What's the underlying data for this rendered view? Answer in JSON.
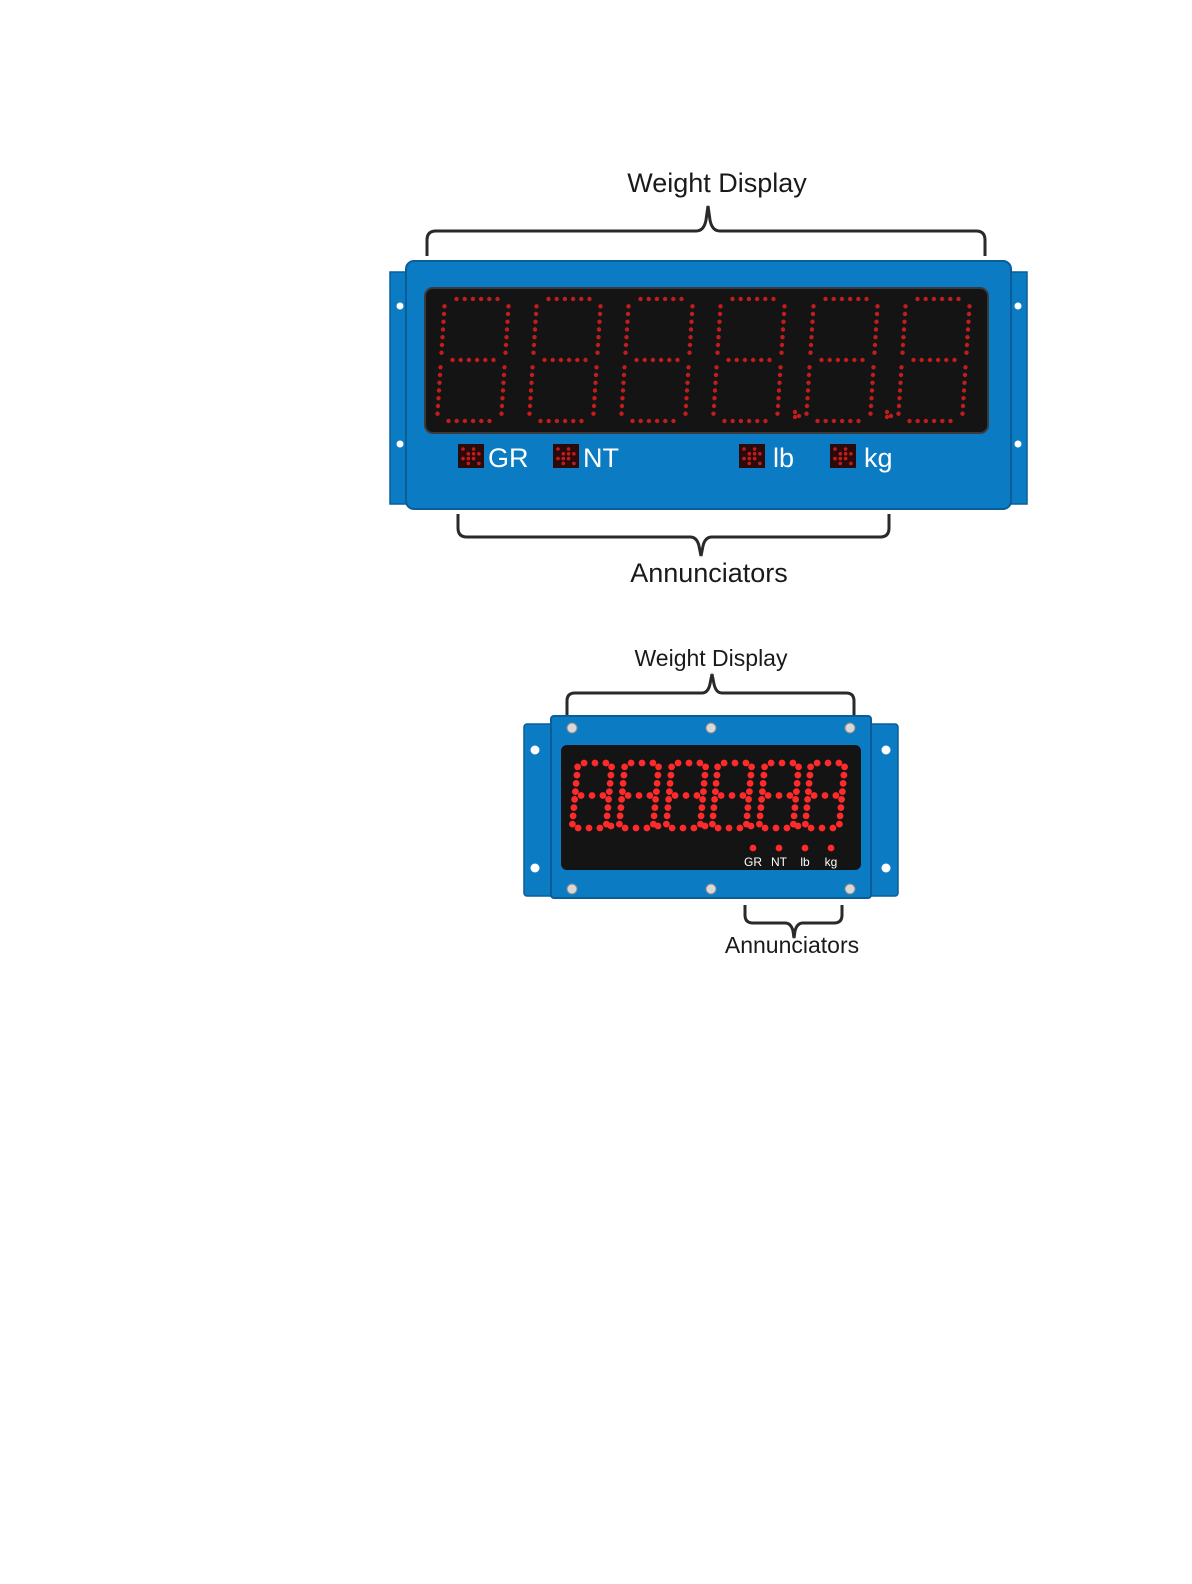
{
  "colors": {
    "housing": "#0b7bc3",
    "housing_edge": "#0a5e97",
    "display_bg": "#141414",
    "led_on": "#ff2a2a",
    "led_dim": "#c21d1d",
    "bracket": "#2a2a2a"
  },
  "large_indicator": {
    "weight_display_label": "Weight Display",
    "annunciators_label": "Annunciators",
    "annunciators": [
      "GR",
      "NT",
      "lb",
      "kg"
    ]
  },
  "small_indicator": {
    "weight_display_label": "Weight Display",
    "annunciators_label": "Annunciators",
    "annunciators": [
      "GR",
      "NT",
      "lb",
      "kg"
    ]
  }
}
